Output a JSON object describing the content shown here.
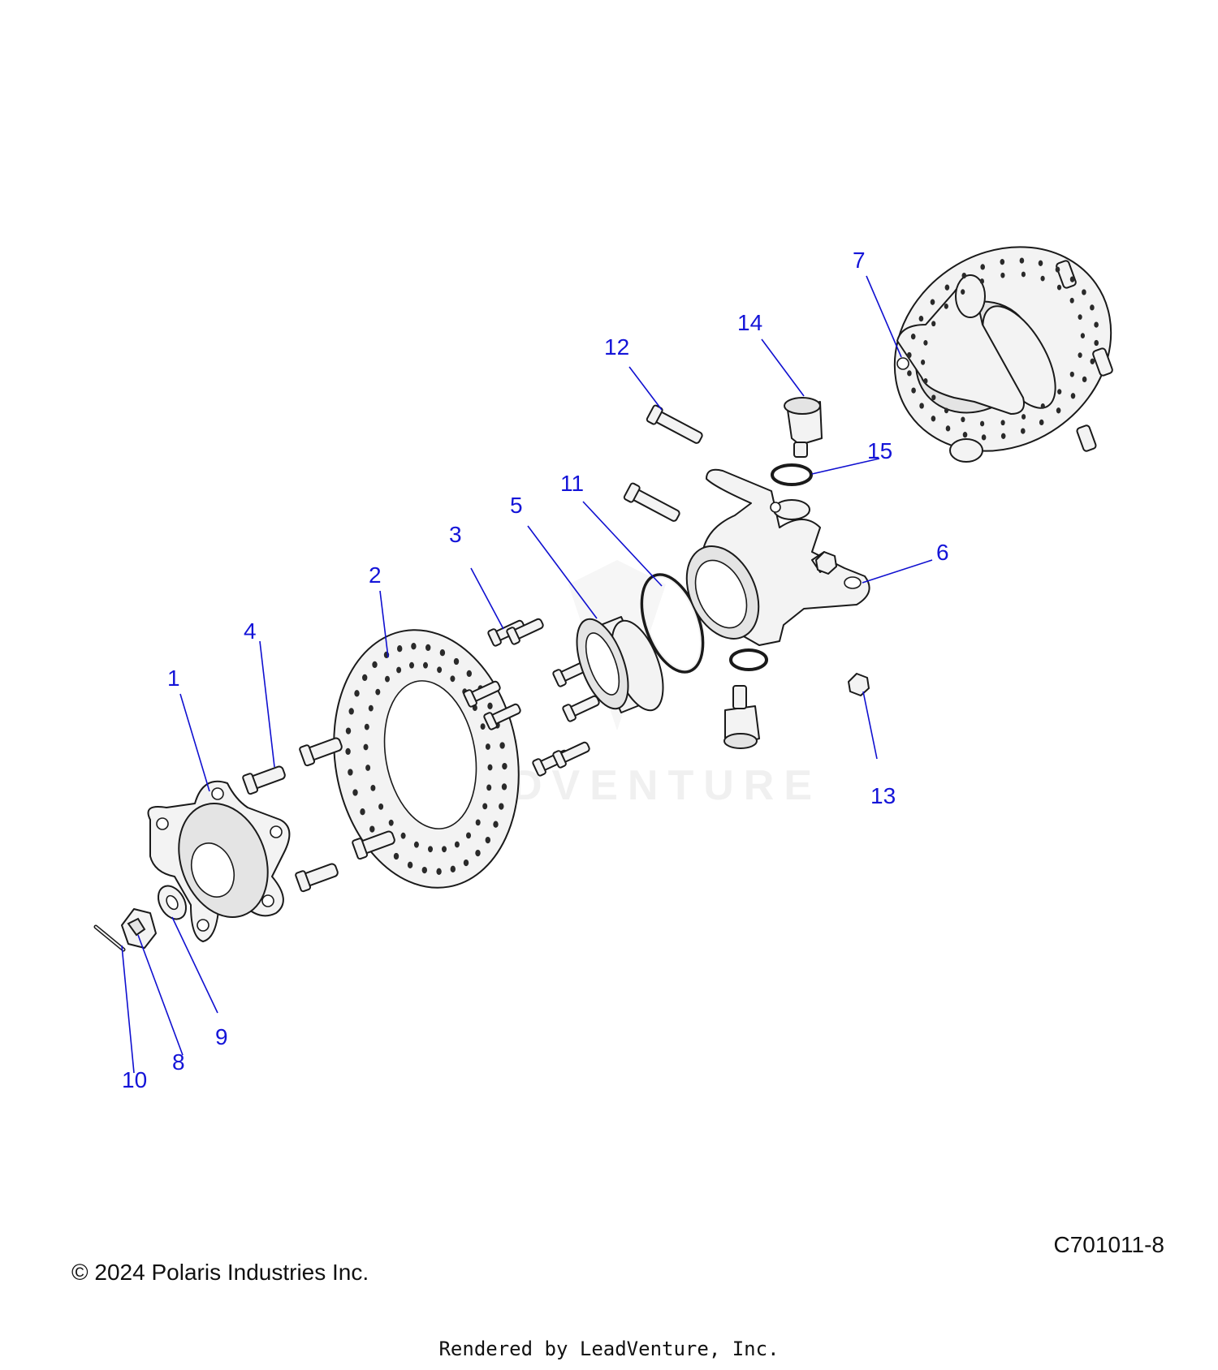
{
  "diagram": {
    "watermark": "LEADVENTURE",
    "callouts": [
      "1",
      "2",
      "3",
      "4",
      "5",
      "6",
      "7",
      "8",
      "9",
      "10",
      "11",
      "12",
      "13",
      "14",
      "15"
    ]
  },
  "footer": {
    "copyright": "© 2024 Polaris Industries Inc.",
    "figure_id": "C701011-8",
    "rendered_by": "Rendered by LeadVenture, Inc."
  }
}
